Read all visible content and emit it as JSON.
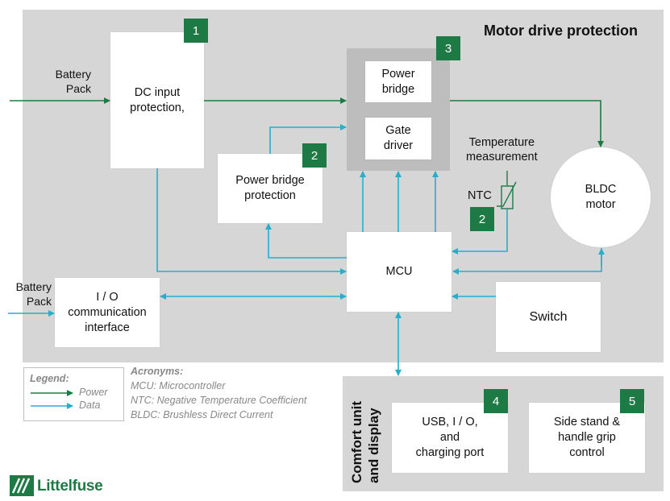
{
  "title": "Motor drive protection",
  "blocks": {
    "dc_input": "DC input\nprotection,",
    "power_bridge": "Power\nbridge",
    "gate_driver": "Gate\ndriver",
    "pb_protection": "Power bridge\nprotection",
    "mcu": "MCU",
    "bldc": "BLDC\nmotor",
    "io": "I / O\ncommunication\ninterface",
    "switch": "Switch",
    "usb": "USB, I / O,\nand\ncharging port",
    "side_stand": "Side stand &\nhandle grip\ncontrol"
  },
  "badges": {
    "b1": "1",
    "b2a": "2",
    "b2b": "2",
    "b3": "3",
    "b4": "4",
    "b5": "5"
  },
  "labels": {
    "battery_top": "Battery\nPack",
    "battery_left": "Battery\nPack",
    "temperature": "Temperature\nmeasurement",
    "ntc": "NTC"
  },
  "comfort_label": "Comfort unit\nand display",
  "legend": {
    "title": "Legend:",
    "power": "Power",
    "data": "Data"
  },
  "acronyms": {
    "title": "Acronyms:",
    "items": [
      "MCU: Microcontroller",
      "NTC: Negative Temperature Coefficient",
      "BLDC: Brushless Direct Current"
    ]
  },
  "logo": "Littelfuse",
  "colors": {
    "power": "#1e7a44",
    "data": "#27aecb",
    "badge": "#1e7a44",
    "panel": "#d6d6d6"
  }
}
